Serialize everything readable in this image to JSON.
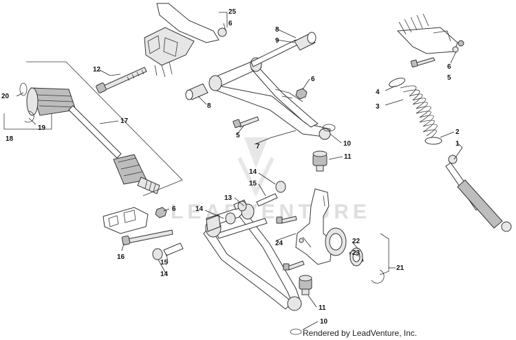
{
  "watermark": "LEADVENTURE",
  "credit": "Rendered by LeadVenture, Inc.",
  "callouts": [
    "25",
    "6",
    "8",
    "9",
    "12",
    "6",
    "8",
    "5",
    "7",
    "10",
    "11",
    "20",
    "17",
    "19",
    "18",
    "14",
    "15",
    "13",
    "14",
    "6",
    "16",
    "15",
    "14",
    "24",
    "22",
    "23",
    "21",
    "11",
    "10",
    "6",
    "5",
    "4",
    "3",
    "2",
    "1"
  ]
}
